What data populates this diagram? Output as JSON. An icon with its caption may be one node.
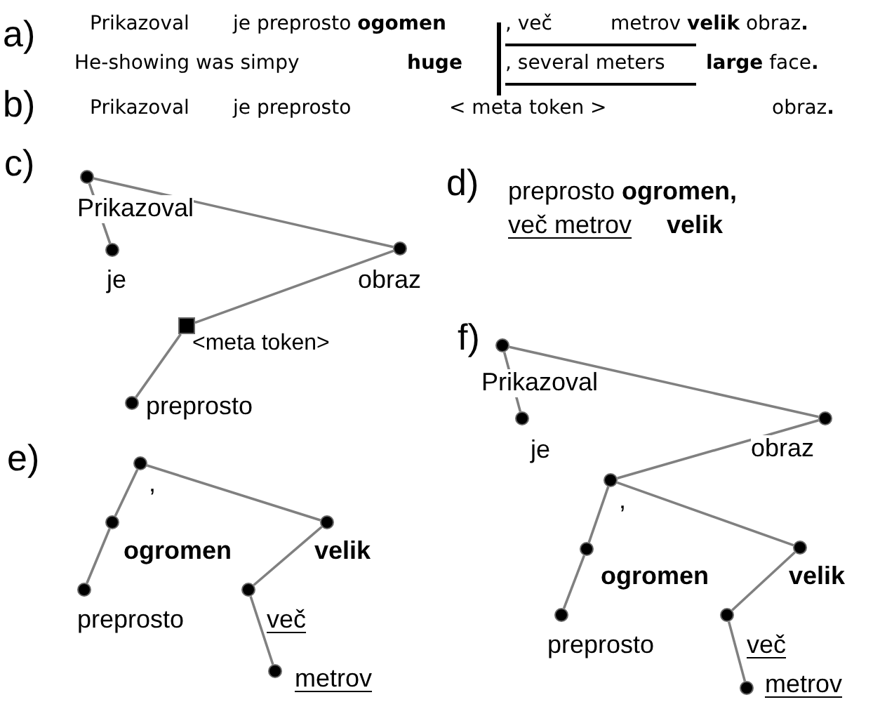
{
  "diagram": {
    "nodes": [
      {
        "text": [],
        "shape": "circle",
        "beside": [
          "Prikazoval"
        ]
      },
      {
        "text": [],
        "shape": "circle",
        "beside": [
          "je"
        ]
      },
      {
        "text": [],
        "shape": "circle",
        "beside": [
          "obraz"
        ]
      },
      {
        "text": [],
        "shape": "box",
        "beside": [
          "<meta token>"
        ]
      },
      {
        "text": [],
        "shape": "circle",
        "beside": [
          "preprosto"
        ]
      },
      {
        "text": [],
        "shape": "circle",
        "beside": [
          "Prikazoval"
        ]
      },
      {
        "text": [],
        "shape": "circle",
        "beside": [
          "je"
        ]
      },
      {
        "text": [],
        "shape": "circle",
        "beside": [
          "obraz"
        ]
      },
      {
        "text": [],
        "shape": "circle",
        "beside": [
          ","
        ]
      },
      {
        "text": [],
        "shape": "circle",
        "beside": [
          "ogromen"
        ]
      },
      {
        "text": [],
        "shape": "circle",
        "beside": [
          "velik"
        ]
      },
      {
        "text": [],
        "shape": "circle",
        "beside": [
          "preprosto"
        ]
      },
      {
        "text": [],
        "shape": "circle",
        "beside": [
          "več"
        ]
      },
      {
        "text": [],
        "shape": "circle",
        "beside": [
          "metrov"
        ]
      },
      {
        "text": [],
        "shape": "circle",
        "beside": [
          ","
        ]
      },
      {
        "text": [],
        "shape": "circle",
        "beside": [
          "ogromen"
        ]
      },
      {
        "text": [],
        "shape": "circle",
        "beside": [
          "velik"
        ]
      },
      {
        "text": [],
        "shape": "circle",
        "beside": [
          "preprosto"
        ]
      },
      {
        "text": [],
        "shape": "circle",
        "beside": [
          "več"
        ]
      },
      {
        "text": [],
        "shape": "circle",
        "beside": [
          "metrov"
        ]
      }
    ],
    "edges": [
      {
        "from": 0,
        "to": 1,
        "arrow": "none"
      },
      {
        "from": 0,
        "to": 2,
        "arrow": "none"
      },
      {
        "from": 2,
        "to": 3,
        "arrow": "none"
      },
      {
        "from": 3,
        "to": 4,
        "arrow": "none"
      },
      {
        "from": 5,
        "to": 6,
        "arrow": "none"
      },
      {
        "from": 5,
        "to": 7,
        "arrow": "none"
      },
      {
        "from": 7,
        "to": 8,
        "arrow": "none"
      },
      {
        "from": 8,
        "to": 9,
        "arrow": "none"
      },
      {
        "from": 8,
        "to": 10,
        "arrow": "none"
      },
      {
        "from": 9,
        "to": 11,
        "arrow": "none"
      },
      {
        "from": 10,
        "to": 12,
        "arrow": "none"
      },
      {
        "from": 12,
        "to": 13,
        "arrow": "none"
      },
      {
        "from": 14,
        "to": 15,
        "arrow": "none"
      },
      {
        "from": 14,
        "to": 16,
        "arrow": "none"
      },
      {
        "from": 15,
        "to": 17,
        "arrow": "none"
      },
      {
        "from": 16,
        "to": 18,
        "arrow": "none"
      },
      {
        "from": 18,
        "to": 19,
        "arrow": "none"
      }
    ],
    "labels": [
      "a)",
      "Prikazoval",
      "je preprosto **ogomen**",
      ", več",
      "metrov **velik** obraz**.**",
      "He-showing was simpy",
      "huge",
      ", several meters",
      "**large** face**.**",
      "b)",
      "Prikazoval",
      "je preprosto",
      "< meta token >",
      "obraz**.**",
      "c)",
      "d)",
      "preprosto **ogromen,**",
      "več metrov",
      "velik",
      "f)",
      "e)"
    ]
  }
}
